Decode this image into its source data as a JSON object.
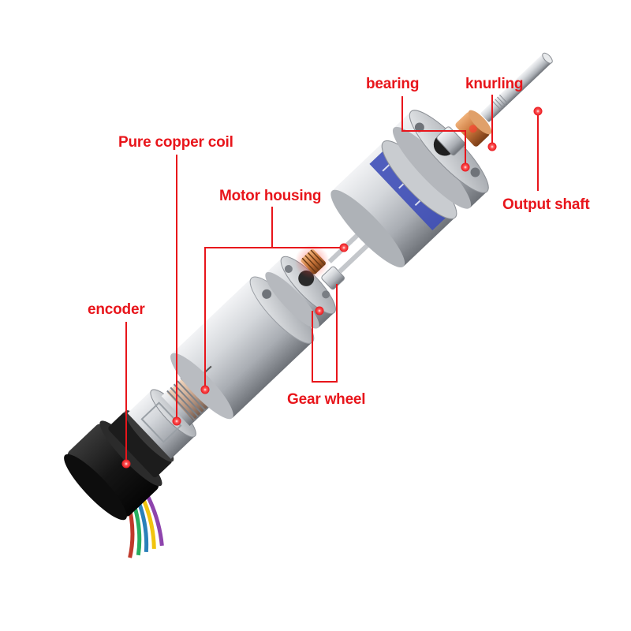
{
  "colors": {
    "callout": "#e8151b",
    "metal_light": "#e3e5e8",
    "metal_dark": "#7d8187",
    "encoder_body": "#151515",
    "copper": "#c8743a",
    "magnet_blue": "#3f4fb8"
  },
  "labels": {
    "bearing": "bearing",
    "knurling": "knurling",
    "pure_copper_coil": "Pure copper coil",
    "motor_housing": "Motor housing",
    "output_shaft": "Output shaft",
    "encoder": "encoder",
    "gear_wheel": "Gear wheel"
  },
  "icons": {
    "callout_marker": "red-dot-icon"
  }
}
